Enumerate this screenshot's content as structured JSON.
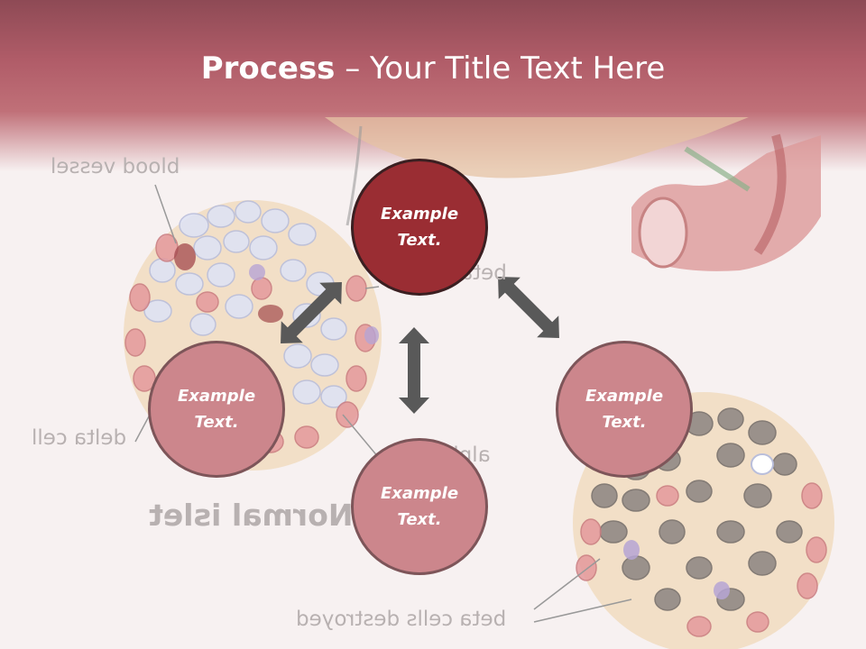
{
  "slide": {
    "title_bold": "Process",
    "title_rest": " – Your Title Text Here"
  },
  "background_labels": {
    "blood_vessel": "blood vessel",
    "beta": "beta",
    "delta_cell": "delta cell",
    "alpha": "alpha",
    "normal_islet": "Normal islet",
    "beta_cells_destroyed": "beta cells destroyed"
  },
  "nodes": [
    {
      "id": "top",
      "text": "Example Text.",
      "style": "dark"
    },
    {
      "id": "left",
      "text": "Example Text.",
      "style": "light"
    },
    {
      "id": "right",
      "text": "Example Text.",
      "style": "light"
    },
    {
      "id": "bottom",
      "text": "Example Text.",
      "style": "light"
    }
  ],
  "colors": {
    "banner_top": "#8e4a55",
    "banner_mid": "#c07078",
    "node_dark": "#9a2d33",
    "node_light": "#cc868c",
    "arrow": "#595959",
    "background": "#f7f1f1"
  }
}
